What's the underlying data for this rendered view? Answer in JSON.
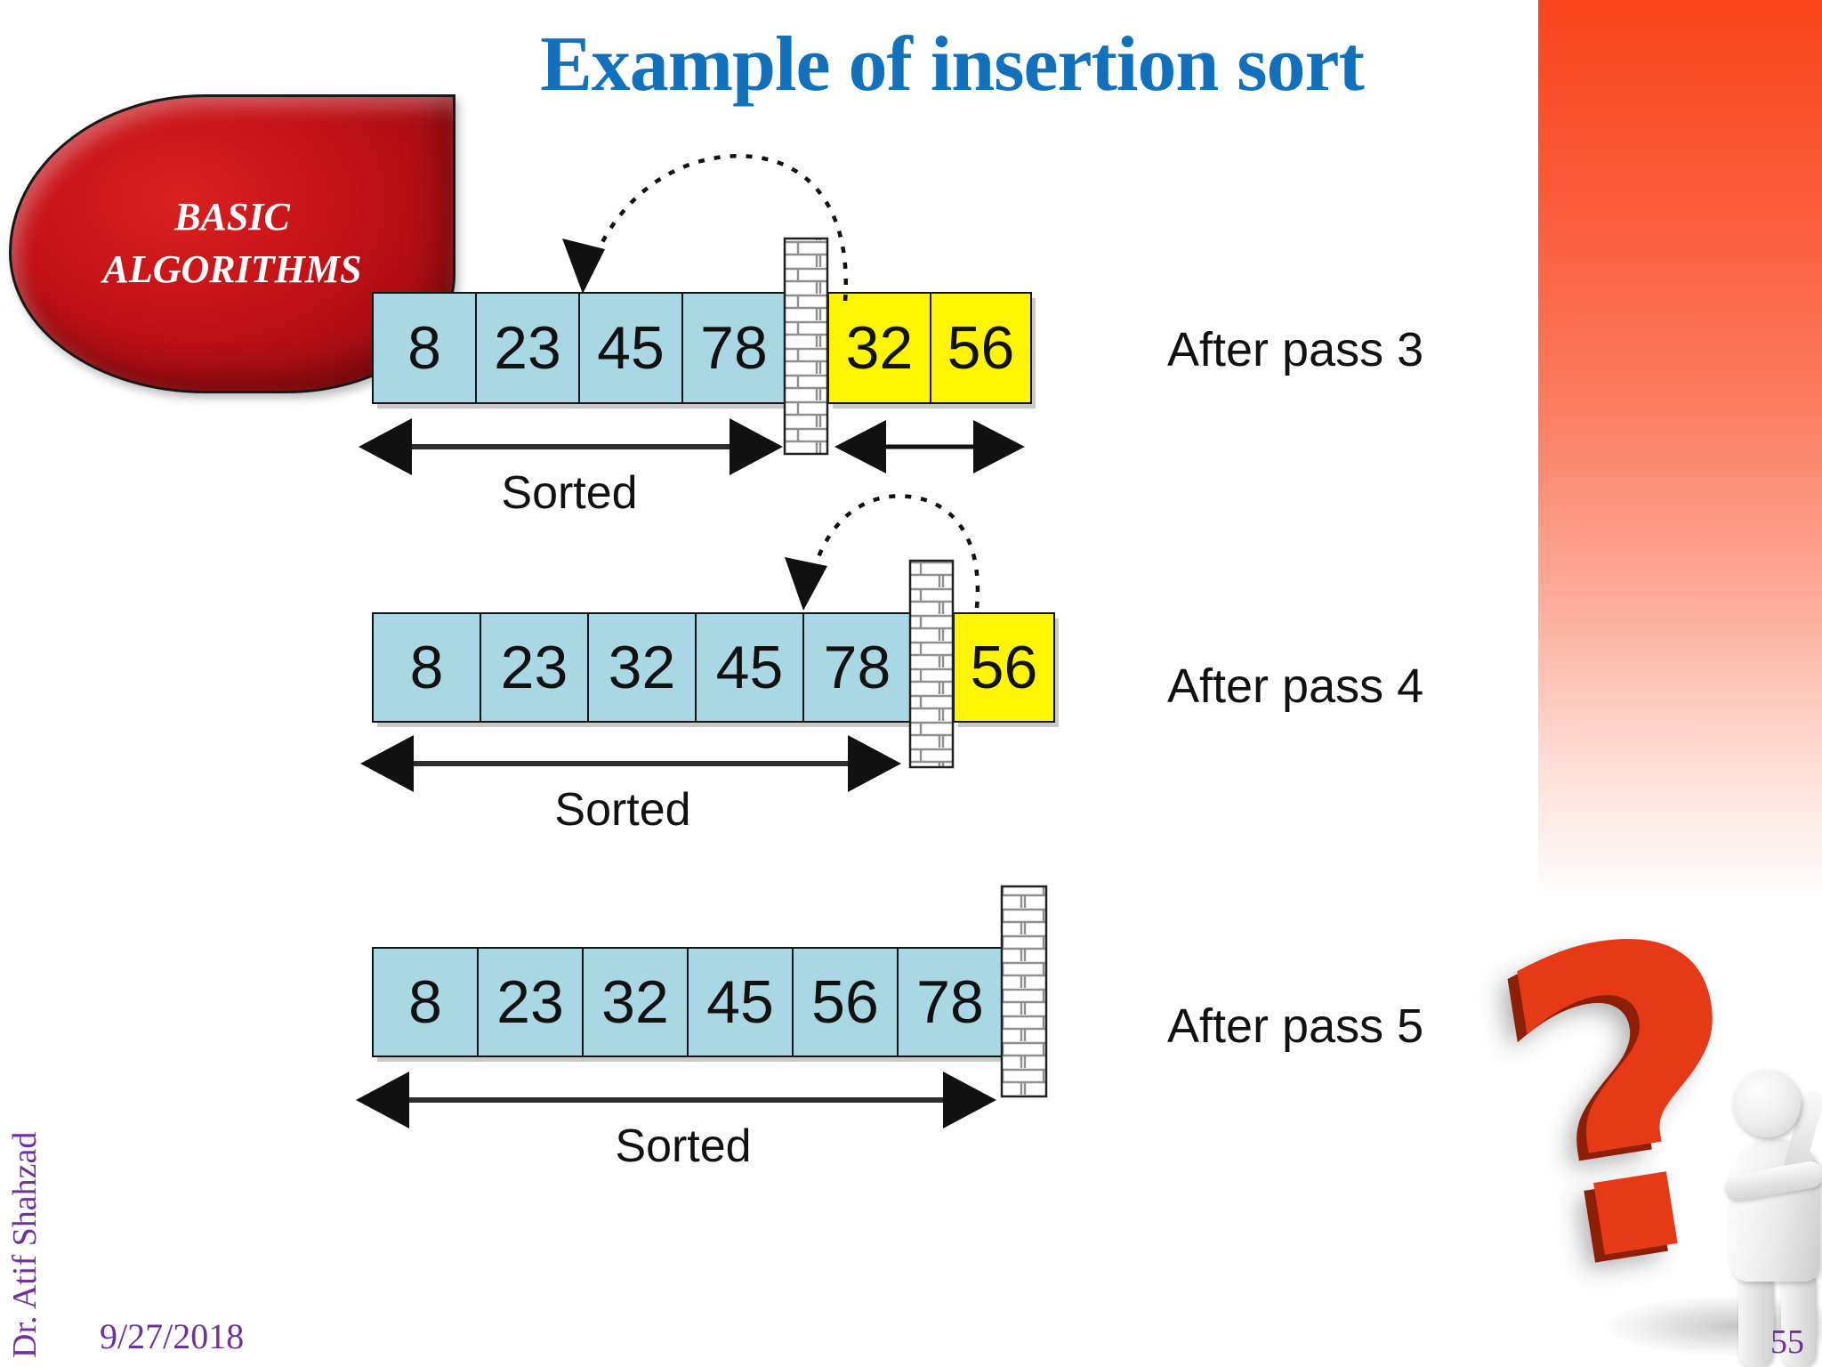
{
  "title": "Example of insertion sort",
  "badge": {
    "line1": "BASIC",
    "line2": "ALGORITHMS"
  },
  "passes": [
    {
      "label": "After pass 3",
      "sorted_label": "Sorted",
      "sorted_cells": [
        "8",
        "23",
        "45",
        "78"
      ],
      "unsorted_cells": [
        "32",
        "56"
      ]
    },
    {
      "label": "After pass 4",
      "sorted_label": "Sorted",
      "sorted_cells": [
        "8",
        "23",
        "32",
        "45",
        "78"
      ],
      "unsorted_cells": [
        "56"
      ]
    },
    {
      "label": "After pass 5",
      "sorted_label": "Sorted",
      "sorted_cells": [
        "8",
        "23",
        "32",
        "45",
        "56",
        "78"
      ],
      "unsorted_cells": []
    }
  ],
  "footer": {
    "date": "9/27/2018",
    "author": "Dr. Atif Shahzad",
    "page_number": "55"
  },
  "decor": {
    "question_mark_glyph": "?"
  },
  "colors": {
    "title_blue": "#1271BD",
    "badge_red": "#C31117",
    "cell_blue": "#A9D8E4",
    "cell_yellow": "#FDF501",
    "footer_purple": "#7030A0",
    "gradient_bar_red": "#F9451D",
    "question_mark_red": "#E63A16"
  }
}
